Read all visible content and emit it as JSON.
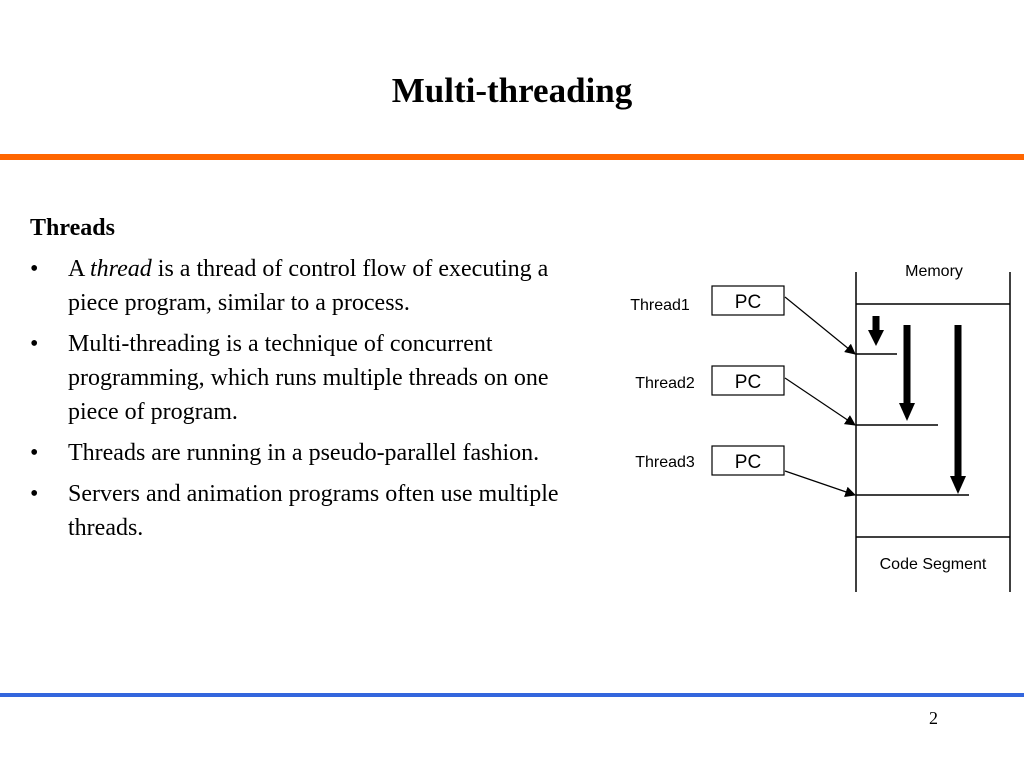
{
  "slide": {
    "title": "Multi-threading",
    "page_number": "2",
    "colors": {
      "top_rule": "#ff6600",
      "bottom_rule": "#3366dd"
    }
  },
  "content": {
    "heading": "Threads",
    "bullet_symbol": "•",
    "bullets": [
      {
        "before": "A ",
        "emphasis": "thread",
        "after": " is a thread of control flow of executing a piece program, similar to a process."
      },
      {
        "text": "Multi-threading is a technique of concurrent programming, which runs multiple threads on one piece of program."
      },
      {
        "text": "Threads are running in a pseudo-parallel fashion."
      },
      {
        "text": "Servers and animation programs often use multiple threads."
      }
    ]
  },
  "diagram": {
    "memory_label": "Memory",
    "code_segment_label": "Code Segment",
    "threads": [
      {
        "name": "Thread1",
        "register": "PC"
      },
      {
        "name": "Thread2",
        "register": "PC"
      },
      {
        "name": "Thread3",
        "register": "PC"
      }
    ]
  }
}
